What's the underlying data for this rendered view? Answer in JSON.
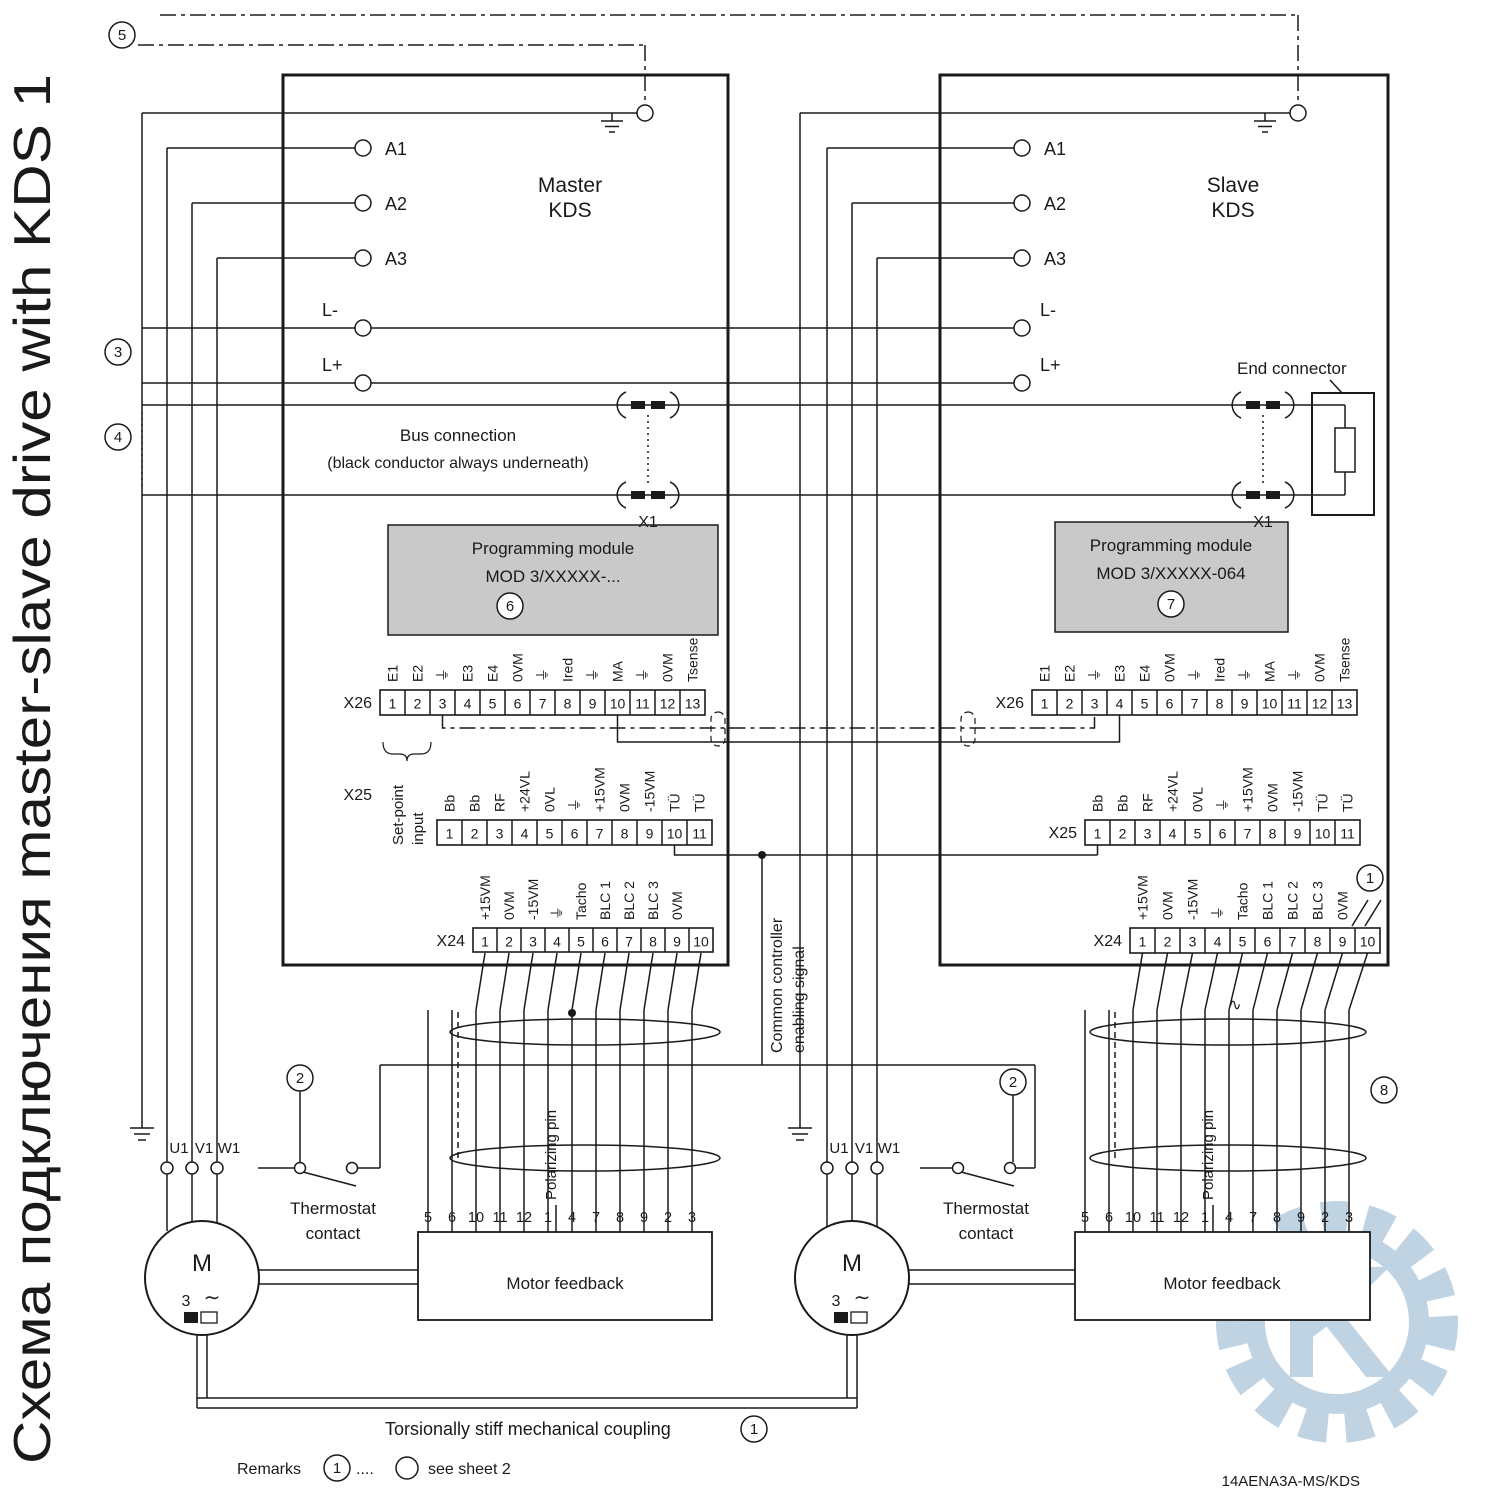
{
  "title_vertical": "Схема подключения master-slave drive with KDS 1",
  "markers": {
    "m1": "1",
    "m2": "2",
    "m3": "3",
    "m4": "4",
    "m5": "5",
    "m6": "6",
    "m7": "7",
    "m8": "8"
  },
  "master": {
    "title1": "Master",
    "title2": "KDS",
    "a1": "A1",
    "a2": "A2",
    "a3": "A3",
    "lminus": "L-",
    "lplus": "L+",
    "bus1": "Bus connection",
    "bus2": "(black conductor always underneath)",
    "x1": "X1",
    "module1": "Programming module",
    "module2": "MOD 3/XXXXX-...",
    "setpoint1": "Set-point",
    "setpoint2": "input",
    "thermo1": "Thermostat",
    "thermo2": "contact",
    "feedback": "Motor feedback",
    "polarizing": "Polarizing pin"
  },
  "slave": {
    "title1": "Slave",
    "title2": "KDS",
    "a1": "A1",
    "a2": "A2",
    "a3": "A3",
    "lminus": "L-",
    "lplus": "L+",
    "end_connector": "End connector",
    "x1": "X1",
    "module1": "Programming module",
    "module2": "MOD 3/XXXXX-064",
    "thermo1": "Thermostat",
    "thermo2": "contact",
    "feedback": "Motor feedback",
    "polarizing": "Polarizing pin",
    "tacho_symbol": "∿"
  },
  "middle": {
    "enable1": "Common controller",
    "enable2": "enabling signal"
  },
  "strips": {
    "x26": "X26",
    "x25": "X25",
    "x24": "X24",
    "pins13": [
      "1",
      "2",
      "3",
      "4",
      "5",
      "6",
      "7",
      "8",
      "9",
      "10",
      "11",
      "12",
      "13"
    ],
    "pins11": [
      "1",
      "2",
      "3",
      "4",
      "5",
      "6",
      "7",
      "8",
      "9",
      "10",
      "11"
    ],
    "pins10": [
      "1",
      "2",
      "3",
      "4",
      "5",
      "6",
      "7",
      "8",
      "9",
      "10"
    ],
    "x26_signals": [
      "E1",
      "E2",
      "⏚",
      "E3",
      "E4",
      "0VM",
      "⏚",
      "Ired",
      "⏚",
      "MA",
      "⏚",
      "0VM",
      "Tsense"
    ],
    "x25_signals": [
      "Bb",
      "Bb",
      "RF",
      "+24VL",
      "0VL",
      "⏚",
      "+15VM",
      "0VM",
      "-15VM",
      "TÜ",
      "TÜ"
    ],
    "x24_signals": [
      "+15VM",
      "0VM",
      "-15VM",
      "⏚",
      "Tacho",
      "BLC 1",
      "BLC 2",
      "BLC 3",
      "0VM",
      ""
    ],
    "feedback_pins": [
      "5",
      "6",
      "10",
      "11",
      "12",
      "1",
      "4",
      "7",
      "8",
      "9",
      "2",
      "3"
    ]
  },
  "motor": {
    "letter": "M",
    "phase": "3",
    "sine": "∼",
    "uvw": [
      "U1",
      "V1",
      "W1"
    ]
  },
  "bottom": {
    "coupling": "Torsionally stiff mechanical coupling",
    "remarks": "Remarks",
    "dots": "....",
    "see": "see sheet 2",
    "doc": "14AENA3A-MS/KDS"
  },
  "watermark": {
    "letter": "K",
    "color": "#b9cfe0"
  }
}
